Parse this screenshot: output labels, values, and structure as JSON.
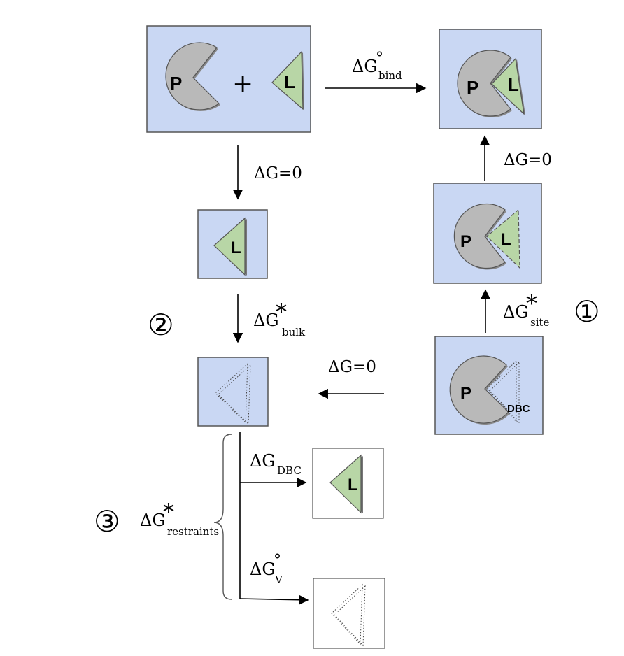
{
  "labels": {
    "protein": "P",
    "ligand": "L",
    "plus": "+",
    "dbc": "DBC",
    "delta_g": "ΔG",
    "degree": "°",
    "star": "*",
    "sub_bind": "bind",
    "sub_site": "site",
    "sub_bulk": "bulk",
    "sub_dbc": "DBC",
    "sub_restraints": "restraints",
    "sub_v": "V",
    "eq_zero": "ΔG=0"
  },
  "steps": {
    "step1": "①",
    "step2": "②",
    "step3": "③"
  },
  "colors": {
    "box_fill": "#c9d7f3",
    "box_stroke": "#555555",
    "protein_fill": "#b9b9b9",
    "ligand_fill": "#b8d6a6",
    "arrow": "#000000"
  }
}
